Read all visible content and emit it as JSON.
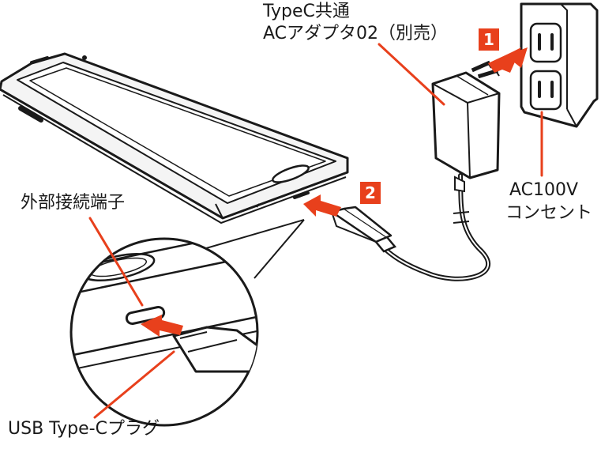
{
  "labels": {
    "adapter_line1": "TypeC共通",
    "adapter_line2": "ACアダプタ02（別売）",
    "outlet_line1": "AC100V",
    "outlet_line2": "コンセント",
    "port": "外部接続端子",
    "plug": "USB Type-Cプラグ"
  },
  "steps": [
    "1",
    "2"
  ],
  "colors": {
    "accent": "#e8401c",
    "line": "#1a1a1a",
    "phone_fill": "#f4f4f4",
    "background": "#ffffff"
  }
}
